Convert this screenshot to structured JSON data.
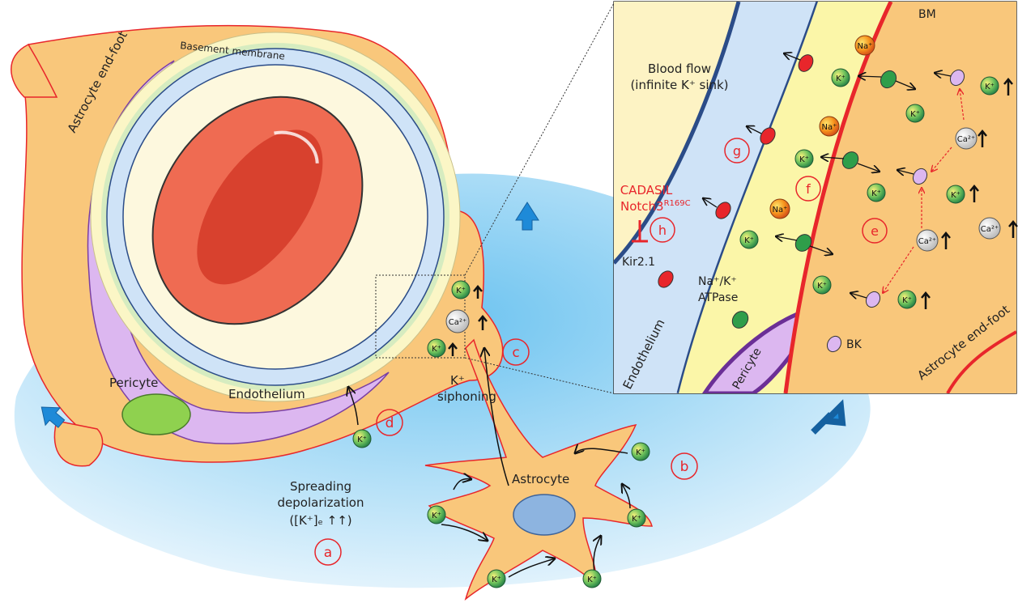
{
  "labels": {
    "astrocyte_endfoot": "Astrocyte end-foot",
    "basement_membrane": "Basement membrane",
    "pericyte": "Pericyte",
    "endothelium": "Endothelium",
    "k_siphoning_1": "K⁺",
    "k_siphoning_2": "siphoning",
    "astrocyte": "Astrocyte",
    "sd_1": "Spreading",
    "sd_2": "depolarization",
    "sd_3": "([K⁺]ₑ ↑↑)"
  },
  "markers": {
    "a": "a",
    "b": "b",
    "c": "c",
    "d": "d",
    "e": "e",
    "f": "f",
    "g": "g",
    "h": "h"
  },
  "inset": {
    "bm": "BM",
    "blood_flow_1": "Blood flow",
    "blood_flow_2": "(infinite K⁺ sink)",
    "cadasil_1": "CADASIL",
    "cadasil_2": "Notch3",
    "cadasil_sup": "R169C",
    "kir": "Kir2.1",
    "atpase_1": "Na⁺/K⁺",
    "atpase_2": "ATPase",
    "endothelium": "Endothelium",
    "pericyte": "Pericyte",
    "bk": "BK",
    "astrocyte_endfoot": "Astrocyte end-foot"
  },
  "ions": {
    "k": "K⁺",
    "na": "Na⁺",
    "ca": "Ca²⁺"
  },
  "colors": {
    "endfoot": "#f9c77b",
    "endfoot_edge": "#e8262b",
    "pericyte": "#dcb7f0",
    "pericyte_edge": "#7a3fa3",
    "endothelium": "#cfe3f7",
    "endo_edge": "#2b4c88",
    "bm": "#fbf6c6",
    "lumen": "#fdf8de",
    "rbc": "#ef6b52",
    "k_ion": "#5cbf5a",
    "na_ion": "#f08a1a",
    "ca_ion": "#cccccc",
    "extracellular": "#7fc8ef",
    "marker": "#e8262b"
  }
}
